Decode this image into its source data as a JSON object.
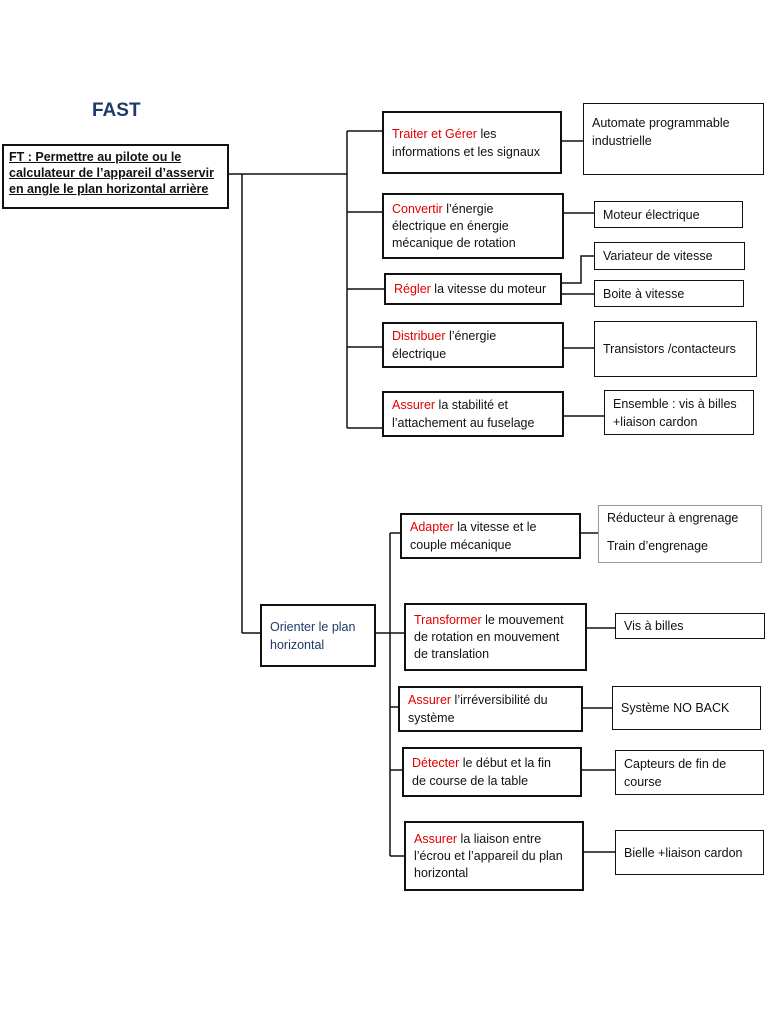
{
  "title": "FAST",
  "colors": {
    "keyword": "#e00000",
    "orienter": "#1f3a68",
    "title": "#1f3a68",
    "line": "#111111"
  },
  "ft": "FT : Permettre au pilote ou le\ncalculateur de l’appareil d’asservir\nen angle le plan horizontal arrière",
  "orienter": "Orienter le plan\nhorizontal",
  "functions": [
    {
      "kw": "Traiter et Gérer",
      "rest": " les\ninformations et les signaux"
    },
    {
      "kw": "Convertir",
      "rest": " l’énergie\nélectrique en énergie\nmécanique de rotation"
    },
    {
      "kw": "Régler",
      "rest": " la vitesse du moteur"
    },
    {
      "kw": "Distribuer",
      "rest": " l’énergie\nélectrique"
    },
    {
      "kw": "Assurer",
      "rest": " la stabilité et\nl’attachement au fuselage"
    },
    {
      "kw": "Adapter",
      "rest": " la vitesse et le\ncouple mécanique"
    },
    {
      "kw": "Transformer",
      "rest": " le mouvement\nde rotation en mouvement\nde translation"
    },
    {
      "kw": "Assurer",
      "rest": " l’irréversibilité du\nsystème"
    },
    {
      "kw": "Détecter",
      "rest": " le début et la fin\nde course de la table"
    },
    {
      "kw": "Assurer",
      "rest": " la liaison entre\nl’écrou et l’appareil du plan\nhorizontal"
    }
  ],
  "solutions": [
    "Automate programmable\nindustrielle",
    "Moteur électrique",
    "Variateur de vitesse",
    "Boite à vitesse",
    "Transistors /contacteurs",
    "Ensemble : vis à billes\n+liaison cardon",
    "Réducteur à engrenage\n\nTrain d’engrenage",
    "Vis à billes",
    "Système NO BACK",
    "Capteurs de fin de\ncourse",
    "Bielle +liaison cardon"
  ]
}
